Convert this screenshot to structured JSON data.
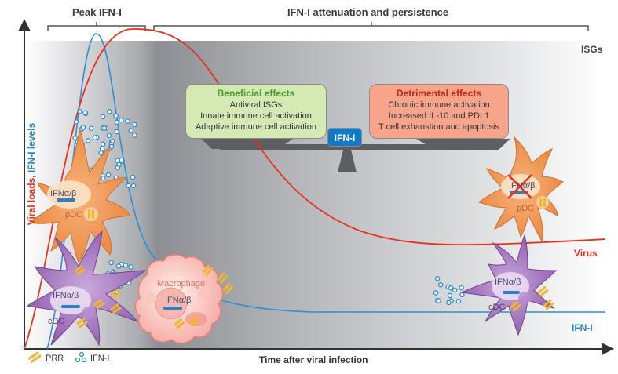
{
  "phases": {
    "peak": "Peak IFN-I",
    "attenuation": "IFN-I attenuation and persistence"
  },
  "axes": {
    "y_label_part1": "Viral loads,",
    "y_label_part2": "IFN-I levels",
    "x_label": "Time after viral infection"
  },
  "background_label": "ISGs",
  "balance": {
    "center_label": "IFN-I",
    "beneficial": {
      "title": "Beneficial effects",
      "items": [
        "Antiviral ISGs",
        "Innate immune cell activation",
        "Adaptive immune cell activation"
      ]
    },
    "detrimental": {
      "title": "Detrimental effects",
      "items": [
        "Chronic immune activation",
        "Increased IL-10 and PDL1",
        "T cell exhaustion and apoptosis"
      ]
    }
  },
  "curves": {
    "virus_label": "Virus",
    "ifn_label": "IFN-I",
    "virus_color": "#e8321e",
    "ifn_color": "#2a8fd4"
  },
  "cells": {
    "pdc_early": {
      "type": "pDC",
      "gene": "IFNα/β"
    },
    "cdc_early": {
      "type": "cDC",
      "gene": "IFNα/β"
    },
    "macrophage": {
      "type": "Macrophage",
      "gene": "IFNα/β"
    },
    "pdc_late": {
      "type": "pDC",
      "gene": "IFNα/β",
      "inhibited": true
    },
    "cdc_late": {
      "type": "cDC",
      "gene": "IFNα/β"
    }
  },
  "legend": {
    "prr": "PRR",
    "ifn": "IFN-I"
  },
  "colors": {
    "pdc": "#f0914a",
    "cdc": "#8e5bab",
    "macrophage": "#f6b8b0",
    "balance_beam": "#5d5e62",
    "ifn_blue": "#1079c8",
    "beneficial_fill": "#d5e9b4",
    "detrimental_fill": "#f7a48a"
  }
}
